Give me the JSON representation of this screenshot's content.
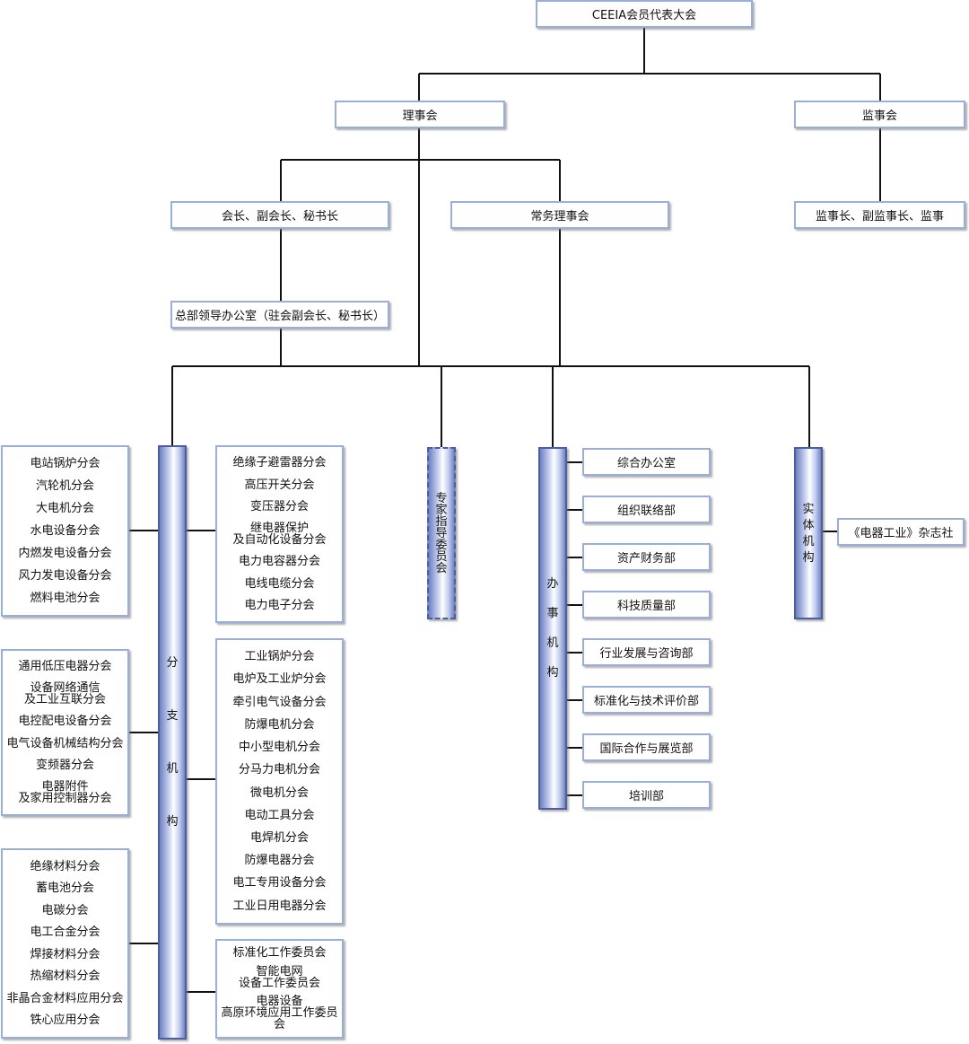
{
  "top": "CEEIA会员代表大会",
  "council": "理事会",
  "supervisory": "监事会",
  "leaders": "会长、副会长、秘书长",
  "standing": "常务理事会",
  "supervisors": "监事长、副监事长、监事",
  "hq_office": "总部领导办公室（驻会副会长、秘书长）",
  "branch_title": "分支机构",
  "expert_title": "专家指导委员会",
  "office_title": "办事机构",
  "entity_title": "实体机构",
  "entity_items": [
    "《电器工业》杂志社"
  ],
  "branch_left_1": [
    "电站锅炉分会",
    "汽轮机分会",
    "大电机分会",
    "水电设备分会",
    "内燃发电设备分会",
    "风力发电设备分会",
    "燃料电池分会"
  ],
  "branch_left_2": [
    "通用低压电器分会",
    "设备网络通信\n及工业互联分会",
    "电控配电设备分会",
    "电气设备机械结构分会",
    "变频器分会",
    "电器附件\n及家用控制器分会"
  ],
  "branch_left_3": [
    "绝缘材料分会",
    "蓄电池分会",
    "电碳分会",
    "电工合金分会",
    "焊接材料分会",
    "热缩材料分会",
    "非晶合金材料应用分会",
    "铁心应用分会"
  ],
  "branch_right_1": [
    "绝缘子避雷器分会",
    "高压开关分会",
    "变压器分会",
    "继电器保护\n及自动化设备分会",
    "电力电容器分会",
    "电线电缆分会",
    "电力电子分会"
  ],
  "branch_right_2": [
    "工业锅炉分会",
    "电炉及工业炉分会",
    "牵引电气设备分会",
    "防爆电机分会",
    "中小型电机分会",
    "分马力电机分会",
    "微电机分会",
    "电动工具分会",
    "电焊机分会",
    "防爆电器分会",
    "电工专用设备分会",
    "工业日用电器分会"
  ],
  "branch_right_3": [
    "标准化工作委员会",
    "智能电网\n设备工作委员会",
    "电器设备\n高原环境应用工作委员会"
  ],
  "office_items": [
    "综合办公室",
    "组织联络部",
    "资产财务部",
    "科技质量部",
    "行业发展与咨询部",
    "标准化与技术评价部",
    "国际合作与展览部",
    "培训部"
  ]
}
